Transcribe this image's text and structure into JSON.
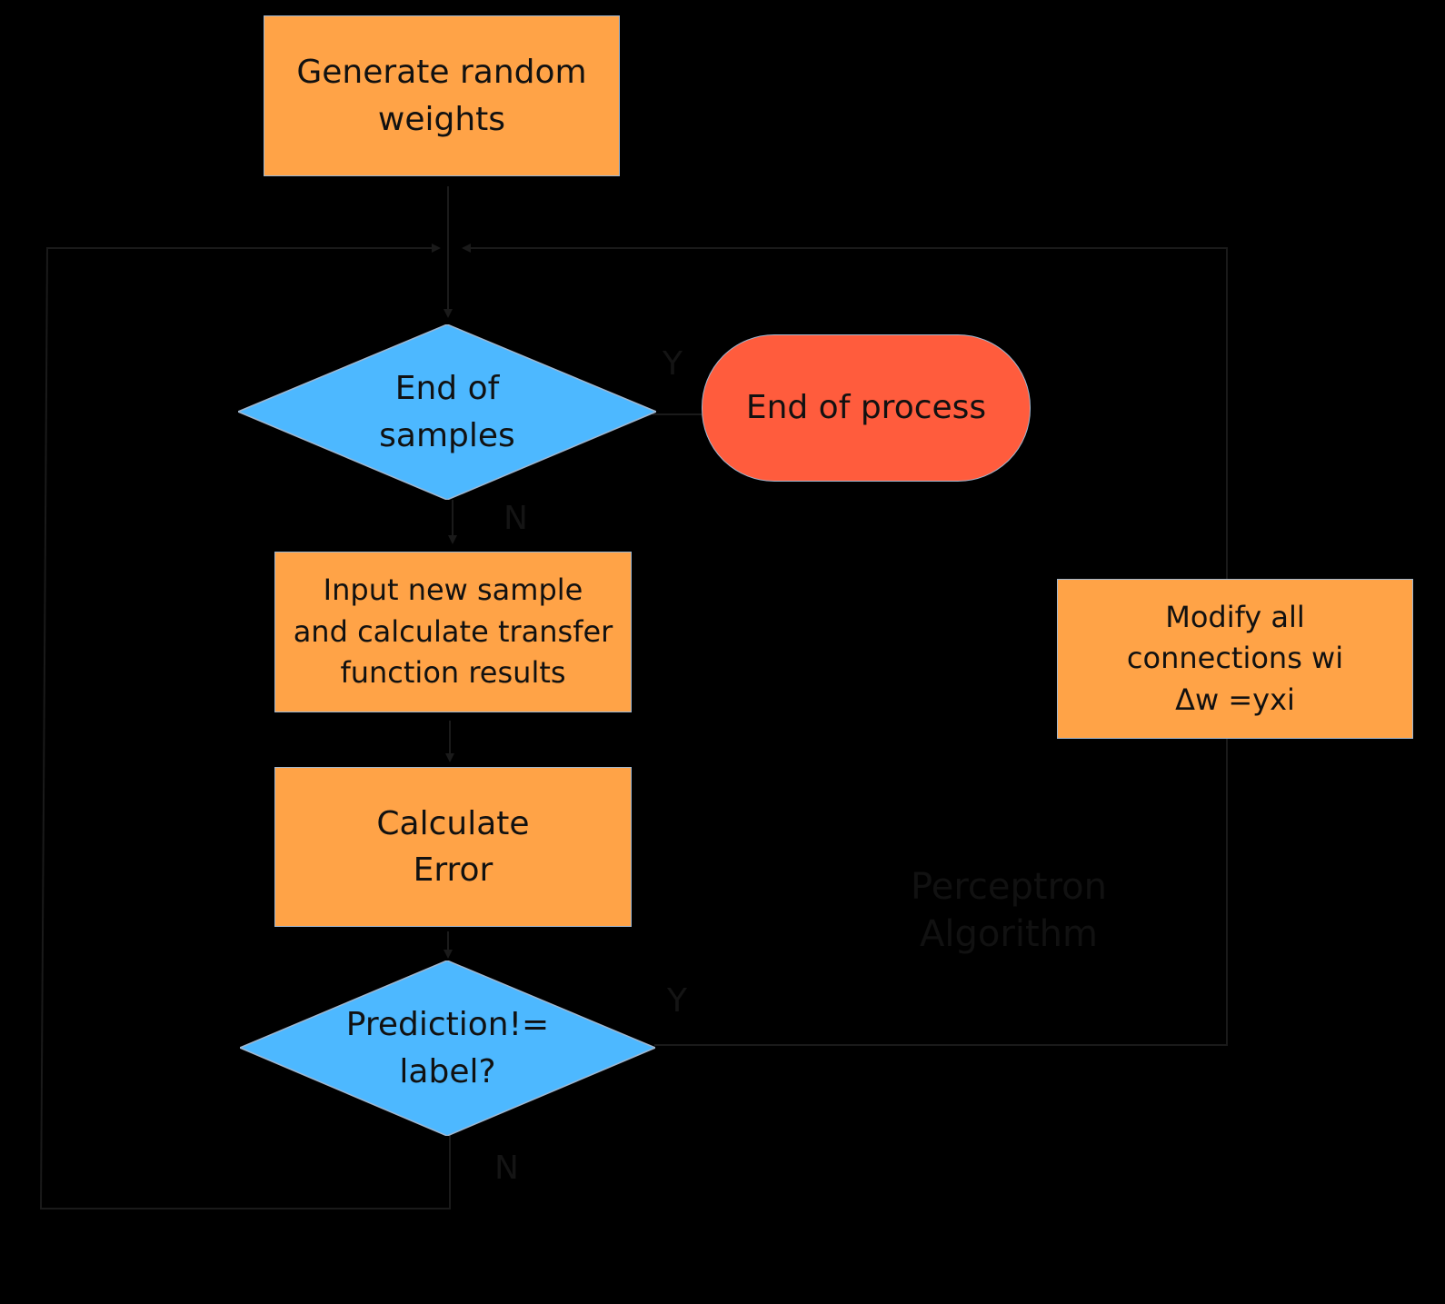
{
  "nodes": {
    "generate_weights": "Generate random\nweights",
    "end_of_samples": "End of\nsamples",
    "end_of_process": "End of process",
    "input_sample": "Input new sample\nand calculate transfer\nfunction results",
    "calculate_error": "Calculate\nError",
    "prediction_check": "Prediction!=\nlabel?",
    "modify_connections": "Modify all\nconnections wi\nΔw =yxi"
  },
  "edge_labels": {
    "samples_yes": "Y",
    "samples_no": "N",
    "prediction_yes": "Y",
    "prediction_no": "N"
  },
  "annotation": "Perceptron\nAlgorithm",
  "colors": {
    "background": "#000000",
    "process_fill": "#FFA347",
    "decision_fill": "#4DB8FF",
    "terminal_fill": "#FF5C3D",
    "node_border": "#9FB7D1",
    "connector": "#1a1a1a"
  }
}
